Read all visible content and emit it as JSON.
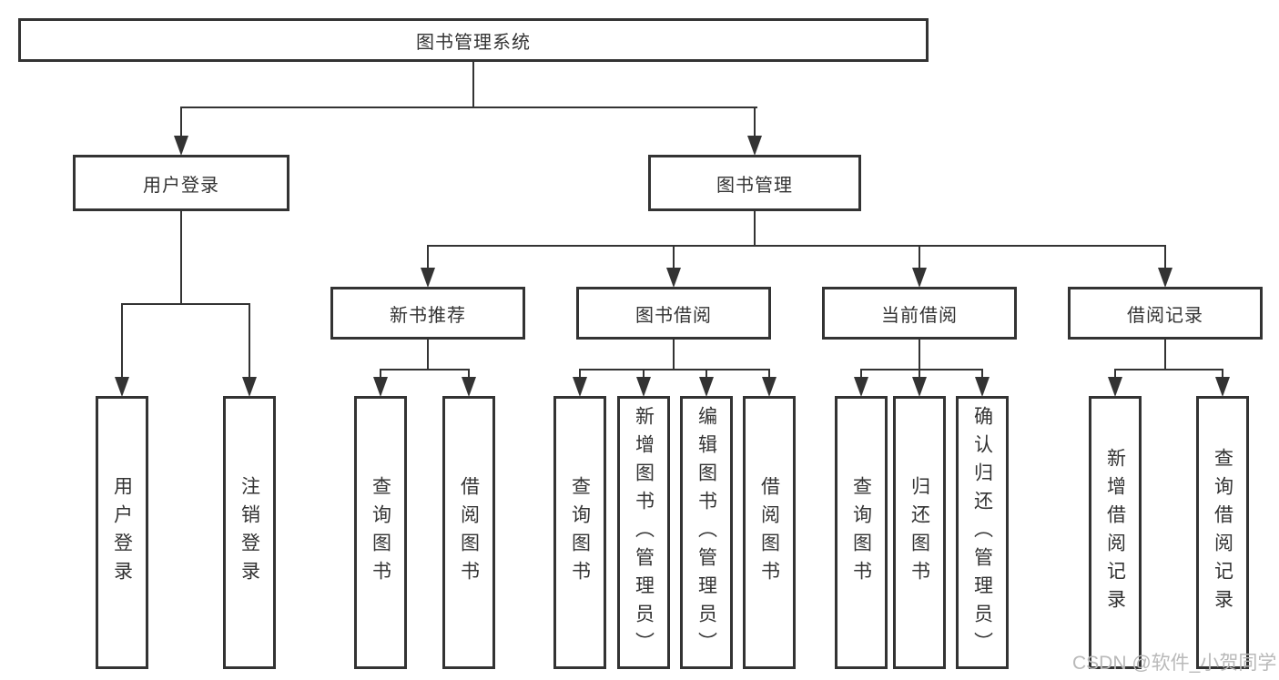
{
  "diagram": {
    "type": "tree",
    "root": {
      "label": "图书管理系统",
      "children": [
        {
          "label": "用户登录",
          "children": [
            {
              "label": "用户登录"
            },
            {
              "label": "注销登录"
            }
          ]
        },
        {
          "label": "图书管理",
          "children": [
            {
              "label": "新书推荐",
              "children": [
                {
                  "label": "查询图书"
                },
                {
                  "label": "借阅图书"
                }
              ]
            },
            {
              "label": "图书借阅",
              "children": [
                {
                  "label": "查询图书"
                },
                {
                  "label": "新增图书（管理员）"
                },
                {
                  "label": "编辑图书（管理员）"
                },
                {
                  "label": "借阅图书"
                }
              ]
            },
            {
              "label": "当前借阅",
              "children": [
                {
                  "label": "查询图书"
                },
                {
                  "label": "归还图书"
                },
                {
                  "label": "确认归还（管理员）"
                }
              ]
            },
            {
              "label": "借阅记录",
              "children": [
                {
                  "label": "新增借阅记录"
                },
                {
                  "label": "查询借阅记录"
                }
              ]
            }
          ]
        }
      ]
    },
    "line_color": "#333333",
    "box_background": "#ffffff",
    "text_color": "#333333"
  },
  "watermark": {
    "text": "CSDN @软件_小贺同学",
    "color": "#b9b9b9"
  }
}
